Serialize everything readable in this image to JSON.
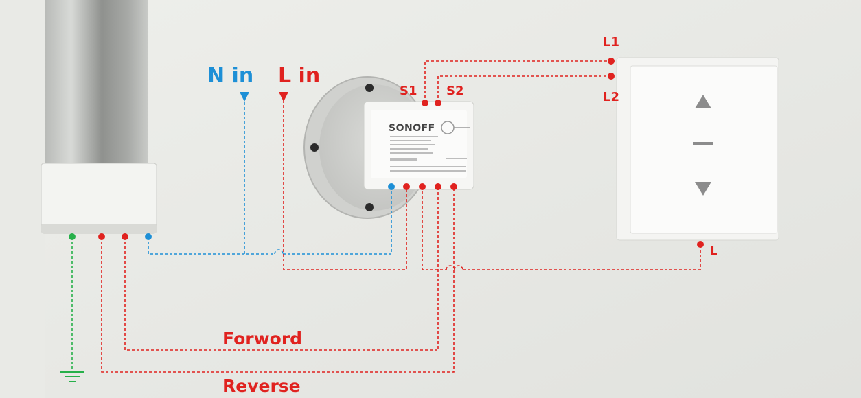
{
  "labels": {
    "n_in": "N in",
    "l_in": "L in",
    "s1": "S1",
    "s2": "S2",
    "l1": "L1",
    "l2": "L2",
    "l": "L",
    "forward": "Forword",
    "reverse": "Reverse"
  },
  "device": {
    "brand": "SONOFF"
  },
  "colors": {
    "neutral": "#1d8fd6",
    "live": "#e0221f",
    "earth": "#27b04a",
    "wall": "#e7e8e4"
  }
}
